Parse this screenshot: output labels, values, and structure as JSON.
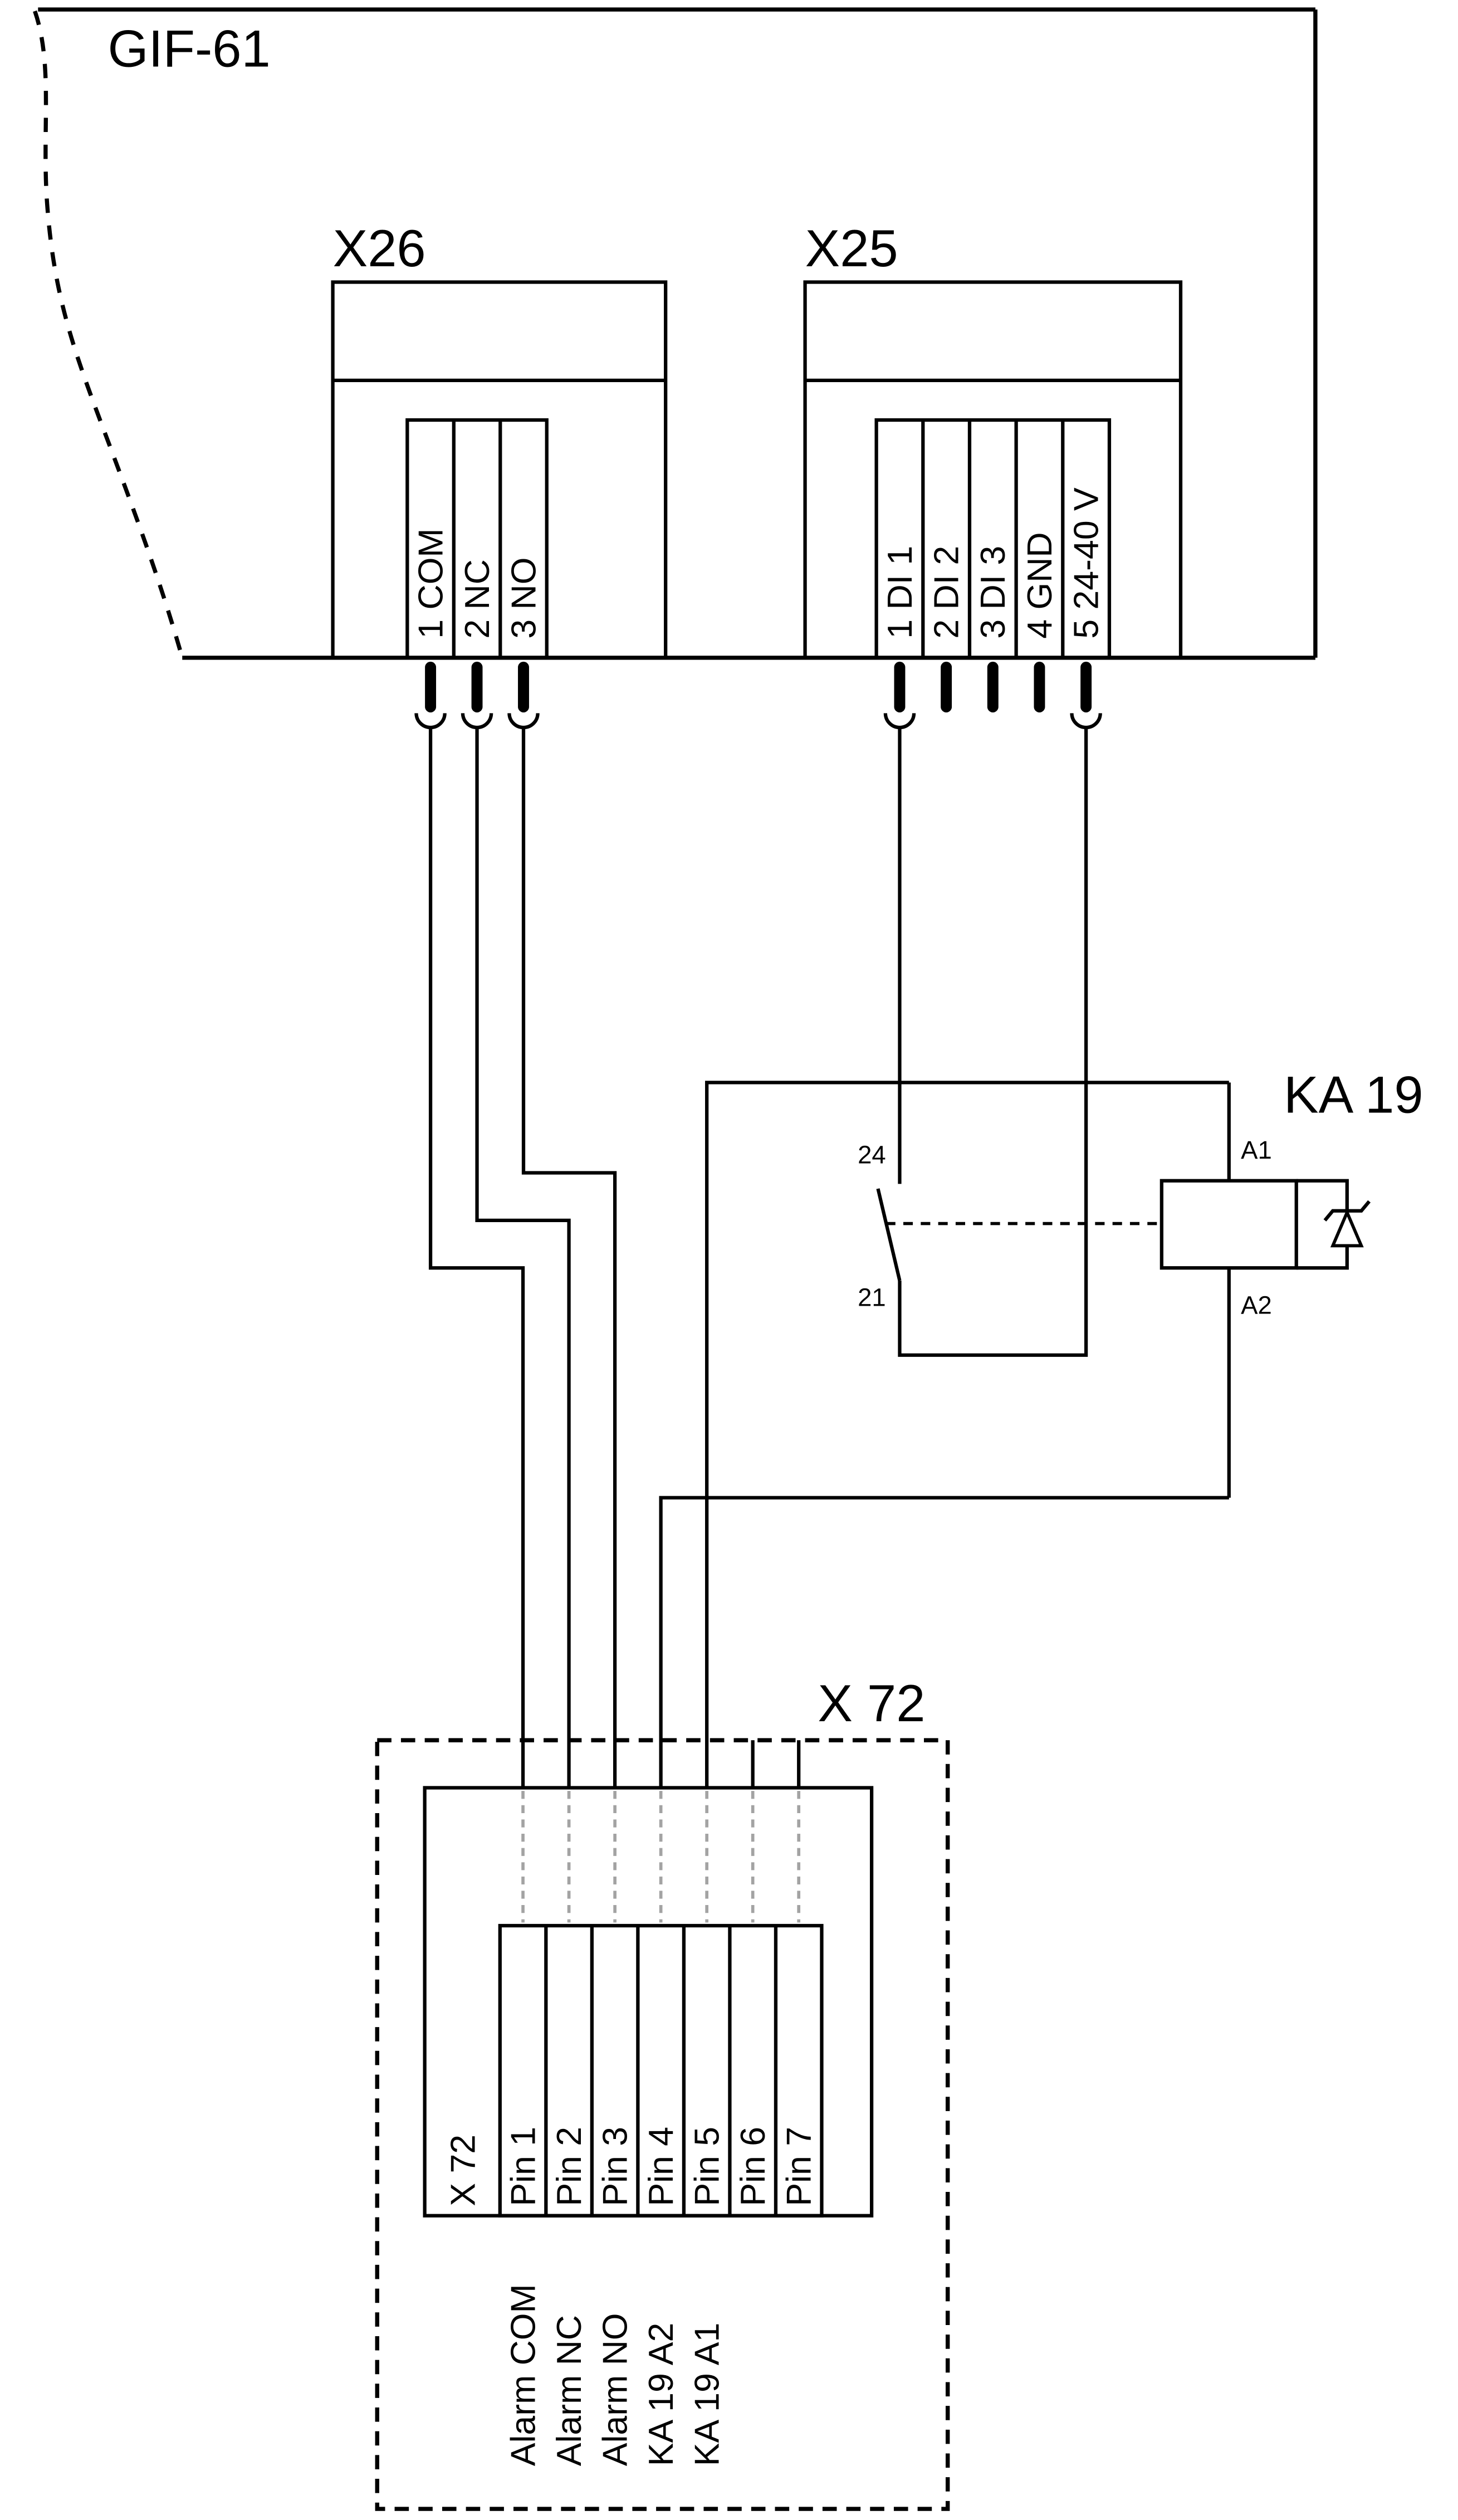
{
  "device": {
    "label": "GIF-61"
  },
  "x26": {
    "title": "X26",
    "terminals": [
      "1 COM",
      "2 NC",
      "3 NO"
    ]
  },
  "x25": {
    "title": "X25",
    "terminals": [
      "1 DI 1",
      "2 DI 2",
      "3 DI 3",
      "4 GND",
      "5 24-40 V"
    ]
  },
  "relay": {
    "title": "KA 19",
    "contact_terminal_top": "24",
    "contact_terminal_bottom": "21",
    "coil_terminal_top": "A1",
    "coil_terminal_bottom": "A2"
  },
  "x72": {
    "title": "X 72",
    "block_label": "X 72",
    "pins": [
      "Pin 1",
      "Pin 2",
      "Pin 3",
      "Pin 4",
      "Pin 5",
      "Pin 6",
      "Pin 7"
    ],
    "signals": [
      "Alarm COM",
      "Alarm NC",
      "Alarm NO",
      "KA 19 A2",
      "KA 19 A1"
    ]
  },
  "colors": {
    "line": "#000000",
    "background": "#ffffff",
    "ghost_dash": "#a3a3a3"
  }
}
